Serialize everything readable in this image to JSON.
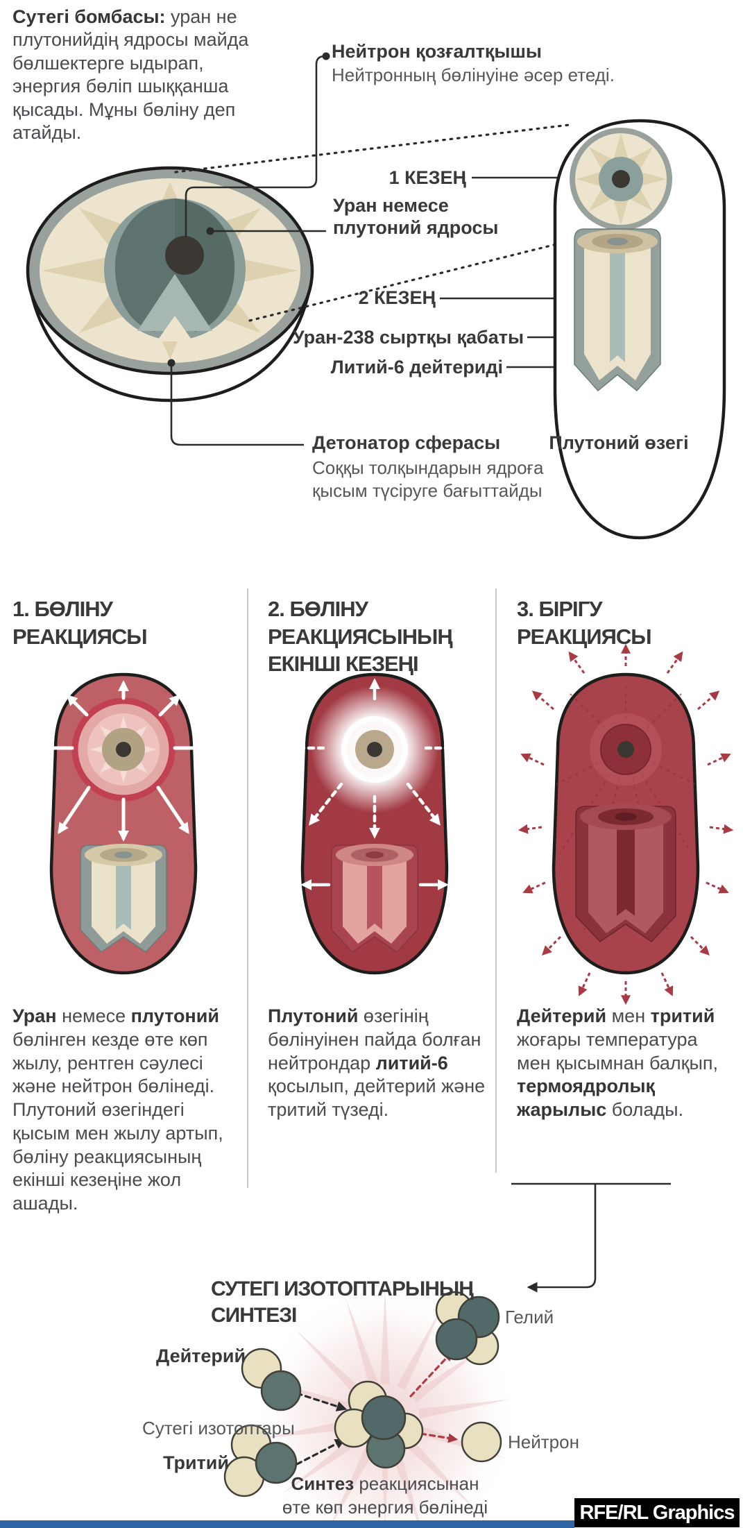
{
  "intro": {
    "parts": [
      [
        "b",
        "Сутегі бомбасы:"
      ],
      [
        "t",
        " уран не плутонийдің ядросы майда бөлшектерге ыдырап, энергия бөліп шыққанша қысады. Мұны бөліну деп атайды."
      ]
    ]
  },
  "top_diagram": {
    "neutron_trigger_title": "Нейтрон қозғалтқышы",
    "neutron_trigger_desc": "Нейтронның бөлінуіне әсер етеді.",
    "stage1_label": "1 КЕЗЕҢ",
    "stage2_label": "2 КЕЗЕҢ",
    "core_label": "Уран немесе\nплутоний ядросы",
    "uranium_layer_label": "Уран-238 сыртқы қабаты",
    "lithium_label": "Литий-6 дейтериді",
    "detonator_title": "Детонатор сферасы",
    "detonator_desc": "Соққы толқындарын ядроға\nқысым түсіруге бағыттайды",
    "plutonium_core_label": "Плутоний өзегі"
  },
  "stages": [
    {
      "title": "1. БӨЛІНУ РЕАКЦИЯСЫ",
      "parts": [
        [
          "b",
          "Уран"
        ],
        [
          "t",
          " немесе "
        ],
        [
          "b",
          "плутоний"
        ],
        [
          "t",
          " бөлінген кезде өте көп жылу, рентген сәулесі және нейтрон бөлінеді. Плутоний өзегіндегі қысым мен жылу артып, бөліну реакциясының екінші кезеңіне жол ашады."
        ]
      ]
    },
    {
      "title": "2. БӨЛІНУ\nРЕАКЦИЯСЫНЫҢ\nЕКІНШІ КЕЗЕҢІ",
      "parts": [
        [
          "b",
          "Плутоний"
        ],
        [
          "t",
          " өзегінің бөлінуінен пайда болған нейтрондар "
        ],
        [
          "b",
          "литий-6"
        ],
        [
          "t",
          " қосылып, дейтерий және тритий түзеді."
        ]
      ]
    },
    {
      "title": "3. БІРІГУ РЕАКЦИЯСЫ",
      "parts": [
        [
          "b",
          "Дейтерий"
        ],
        [
          "t",
          " мен "
        ],
        [
          "b",
          "тритий"
        ],
        [
          "t",
          " жоғары температура мен қысымнан балқып, "
        ],
        [
          "b",
          "термоядролық жарылыс"
        ],
        [
          "t",
          " болады."
        ]
      ]
    }
  ],
  "fusion": {
    "title": "СУТЕГІ ИЗОТОПТАРЫНЫҢ СИНТЕЗІ",
    "deuterium_label": "Дейтерий",
    "tritium_label": "Тритий",
    "isotopes_label": "Сутегі изотоптары",
    "helium_label": "Гелий",
    "neutron_label": "Нейтрон",
    "caption_parts": [
      [
        "b",
        "Синтез"
      ],
      [
        "t",
        " реакциясынан"
      ]
    ],
    "caption_line2": "өте көп энергия бөлінеді"
  },
  "credit": "RFE/RL Graphics",
  "palette": {
    "red_ring": "#c24150",
    "deep_red": "#a23a43",
    "teal": "#5e736f",
    "cream": "#ece4cd",
    "gray_shell": "#94a09c",
    "blue_bar": "#2e63a4",
    "credit_bg": "#000000",
    "arrow_red": "#a83a43"
  }
}
